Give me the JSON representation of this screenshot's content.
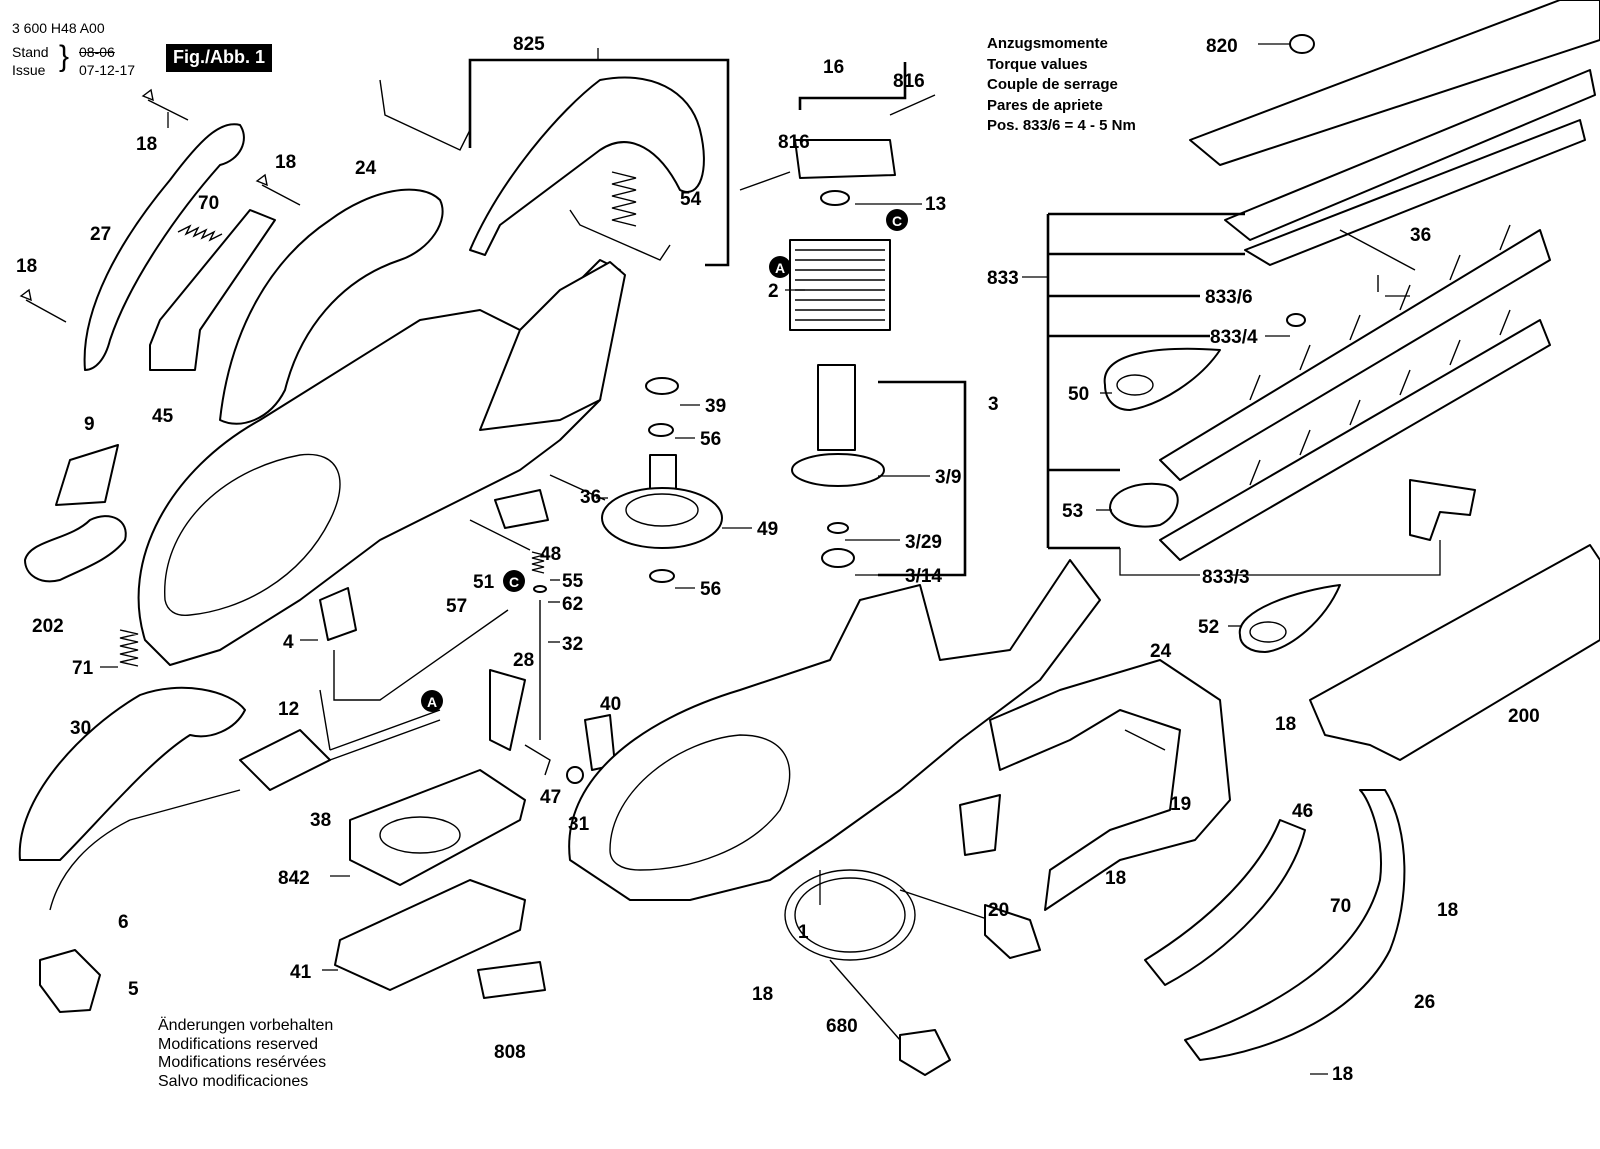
{
  "header": {
    "doc_number": "3 600 H48 A00",
    "stand_label": "Stand",
    "issue_label": "Issue",
    "old_date": "08-06",
    "issue_date": "07-12-17",
    "figure_label": "Fig./Abb. 1"
  },
  "torque": {
    "lines": [
      "Anzugsmomente",
      "Torque values",
      "Couple de serrage",
      "Pares de apriete"
    ],
    "spec": "Pos. 833/6 = 4 - 5 Nm"
  },
  "notes": [
    "Änderungen vorbehalten",
    "Modifications reserved",
    "Modifications resérvées",
    "Salvo modificaciones"
  ],
  "markers": [
    "A",
    "C"
  ],
  "labels": {
    "l825": "825",
    "l16": "16",
    "l816": "816",
    "l13": "13",
    "l2": "2",
    "l3": "3",
    "l3_9": "3/9",
    "l3_29": "3/29",
    "l3_14": "3/14",
    "l18": "18",
    "l24": "24",
    "l27": "27",
    "l70": "70",
    "l45": "45",
    "l9": "9",
    "l202": "202",
    "l54": "54",
    "l39": "39",
    "l56": "56",
    "l49": "49",
    "l36": "36",
    "l48": "48",
    "l51": "51",
    "l55": "55",
    "l62": "62",
    "l32": "32",
    "l57": "57",
    "l4": "4",
    "l71": "71",
    "l30": "30",
    "l12": "12",
    "l28": "28",
    "l40": "40",
    "l47": "47",
    "l31": "31",
    "l38": "38",
    "l842": "842",
    "l6": "6",
    "l5": "5",
    "l41": "41",
    "l808": "808",
    "l1": "1",
    "l680": "680",
    "l20": "20",
    "l19": "19",
    "l46": "46",
    "l26": "26",
    "l820": "820",
    "l833": "833",
    "l833_6": "833/6",
    "l833_4": "833/4",
    "l833_3": "833/3",
    "l50": "50",
    "l53": "53",
    "l52": "52",
    "l200": "200"
  }
}
